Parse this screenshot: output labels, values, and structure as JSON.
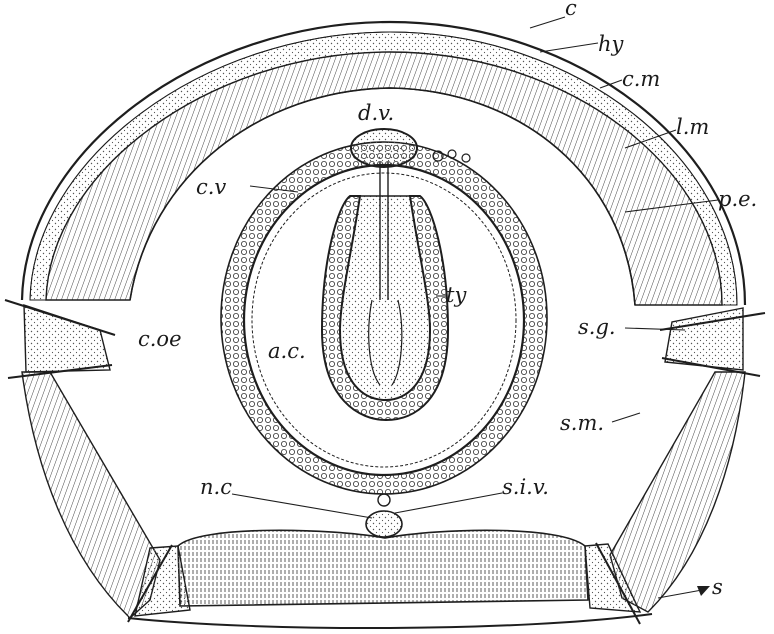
{
  "labels": {
    "c": "c",
    "hy": "hy",
    "cm": "c.m",
    "lm": "l.m",
    "pe": "p.e.",
    "dv": "d.v.",
    "cv": "c.v",
    "ty": "ty",
    "coe": "c.oe",
    "ac": "a.c.",
    "sg": "s.g.",
    "sm": "s.m.",
    "nc": "n.c",
    "siv": "s.i.v.",
    "s": "s"
  },
  "colors": {
    "ink": "#1e1e1e",
    "paper": "#ffffff",
    "stipple": "#555555"
  }
}
